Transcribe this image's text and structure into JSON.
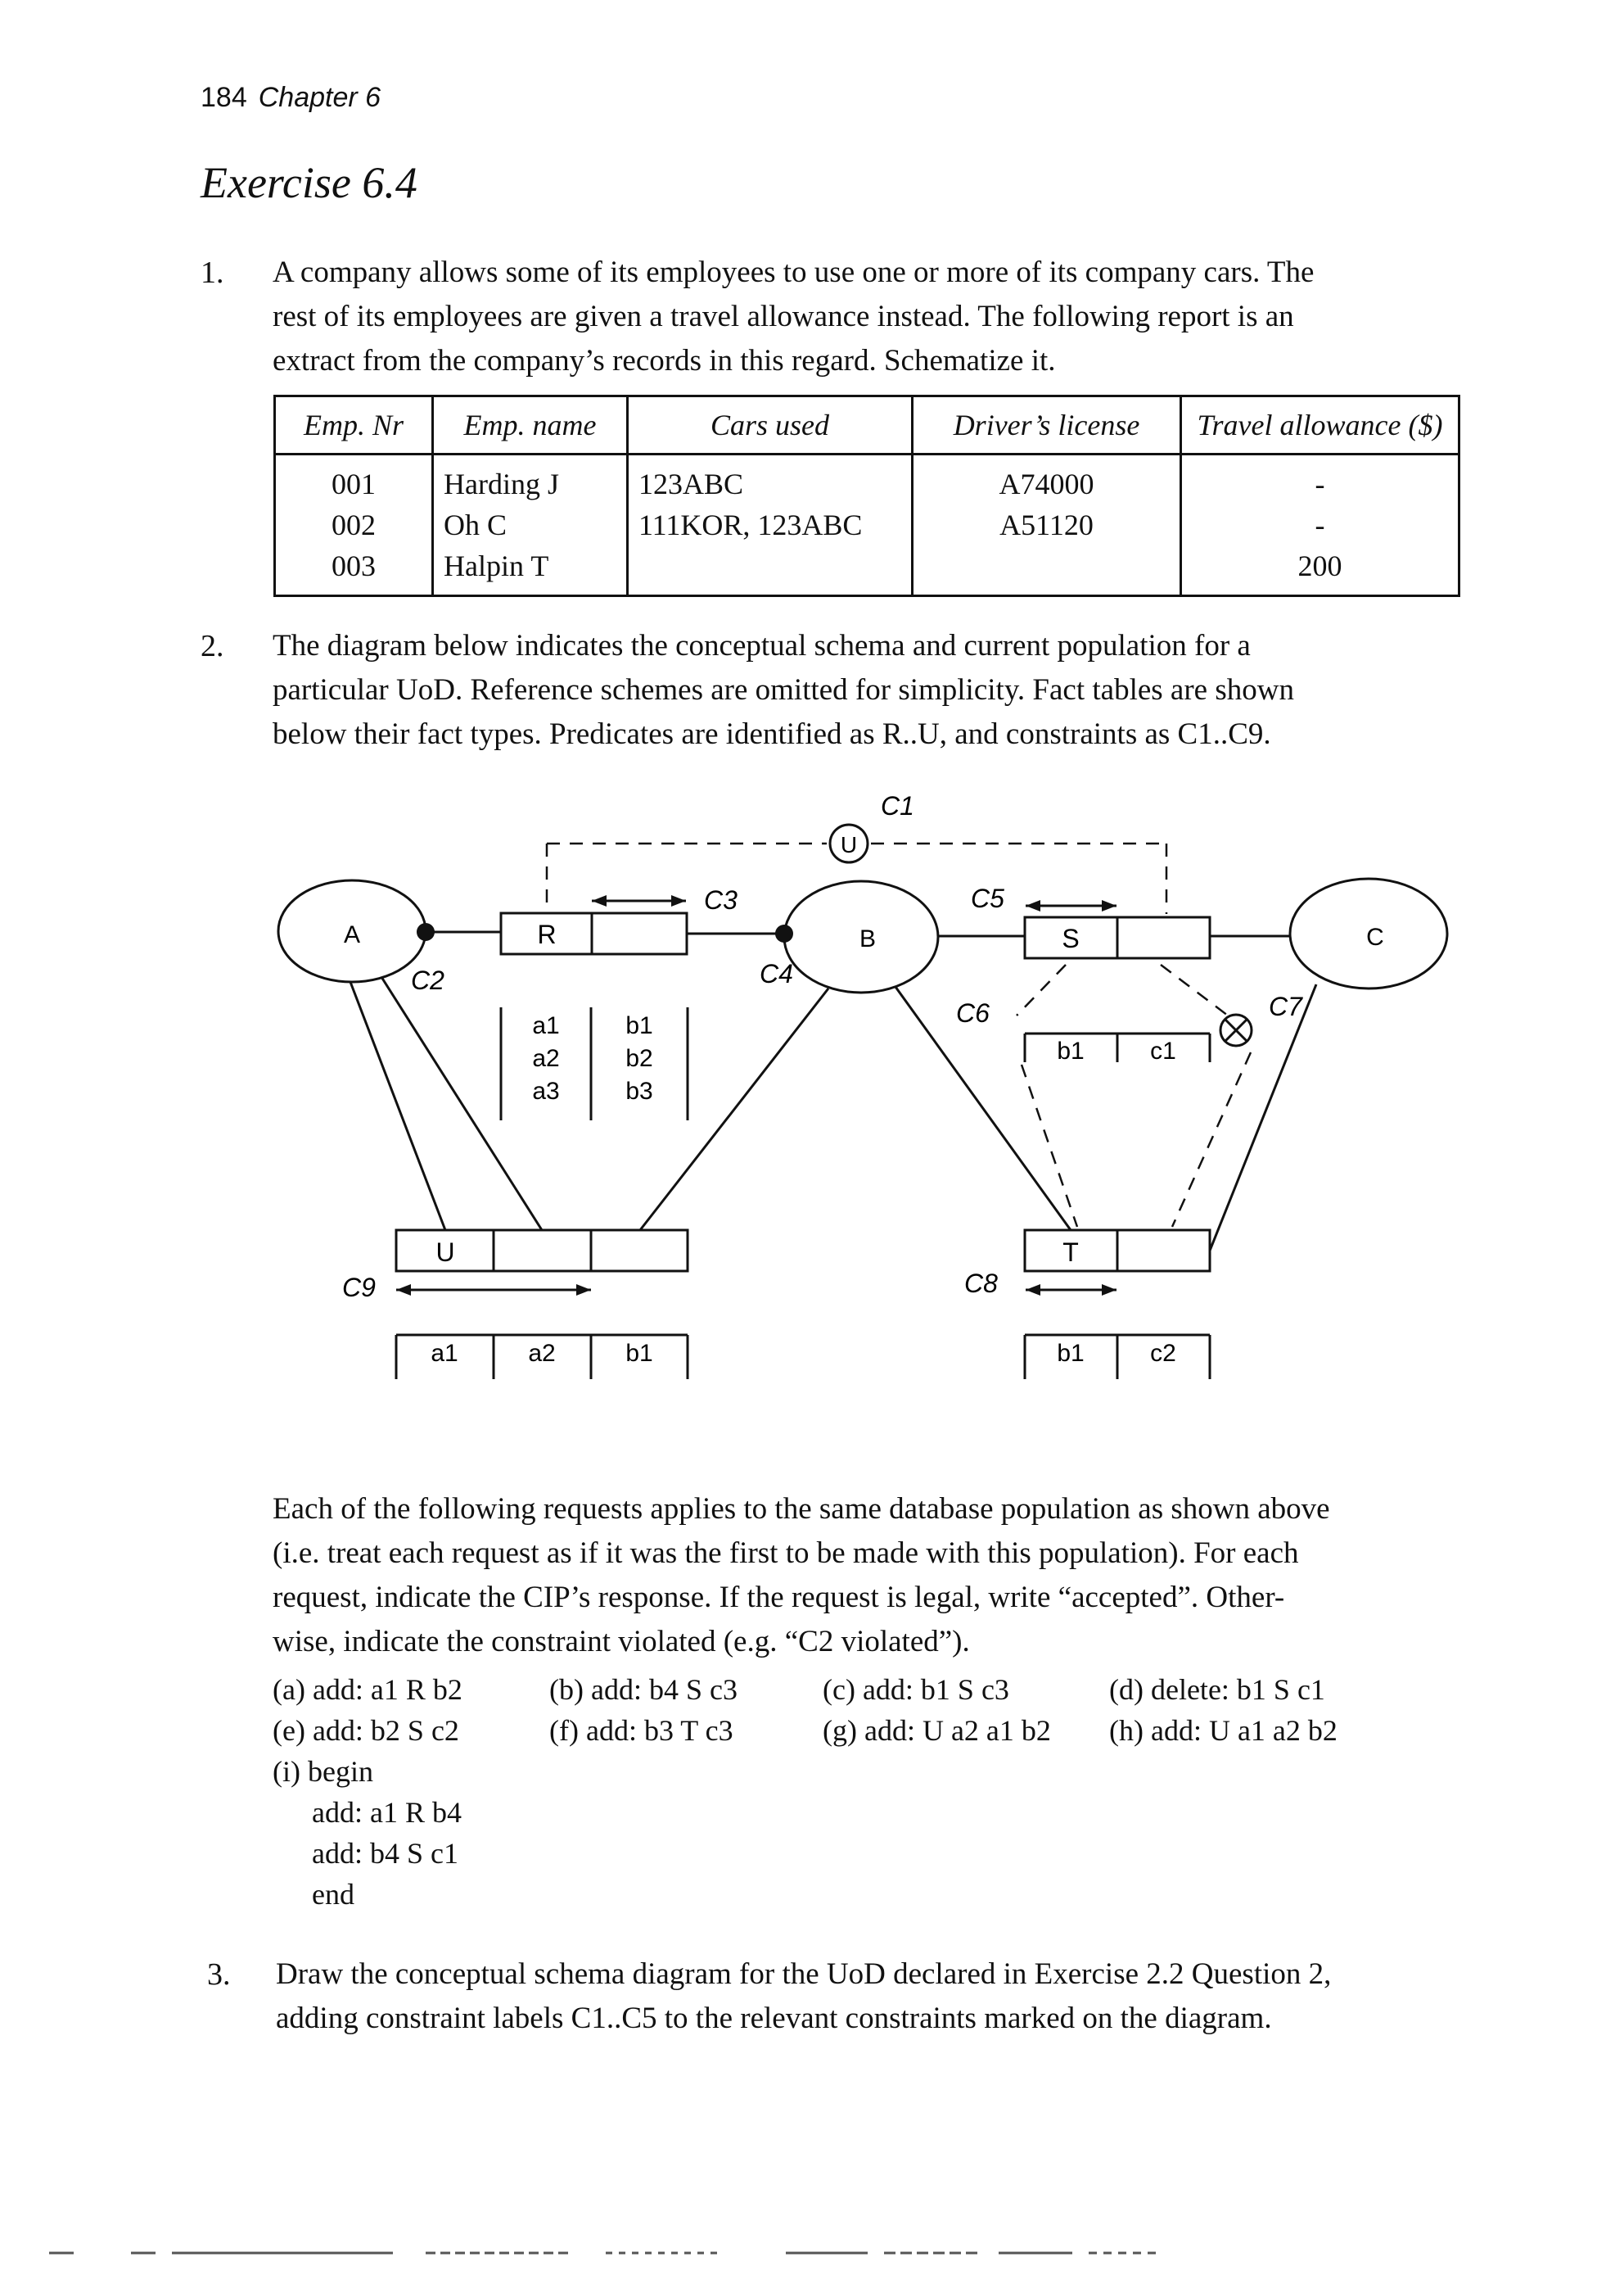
{
  "header": {
    "page_number": "184",
    "chapter": "Chapter 6"
  },
  "exercise_title": "Exercise 6.4",
  "q1": {
    "number": "1.",
    "lines": [
      "A company allows some of its employees to use one or more of its company cars. The",
      "rest of its employees are given a travel allowance instead. The following report is an",
      "extract from the company’s records in this regard. Schematize it."
    ],
    "table": {
      "headers": [
        "Emp. Nr",
        "Emp. name",
        "Cars used",
        "Driver’s license",
        "Travel allowance ($)"
      ],
      "columns": {
        "emp_nr": [
          "001",
          "002",
          "003"
        ],
        "emp_name": [
          "Harding J",
          "Oh C",
          "Halpin T"
        ],
        "cars_used": [
          "123ABC",
          "111KOR, 123ABC",
          ""
        ],
        "drivers_license": [
          "A74000",
          "A51120",
          ""
        ],
        "travel_allowance": [
          "-",
          "-",
          "200"
        ]
      }
    }
  },
  "q2": {
    "number": "2.",
    "lines": [
      "The diagram below indicates the conceptual schema and current population for a",
      "particular UoD. Reference schemes are omitted for simplicity. Fact tables are shown",
      "below their fact types. Predicates are identified as R..U, and constraints as C1..C9."
    ],
    "diagram": {
      "entities": [
        "A",
        "B",
        "C"
      ],
      "predicates": [
        "R",
        "S",
        "T",
        "U"
      ],
      "constraints": [
        "C1",
        "C2",
        "C3",
        "C4",
        "C5",
        "C6",
        "C7",
        "C8",
        "C9"
      ],
      "subset_symbol": "U",
      "fact_tables": {
        "R": [
          [
            "a1",
            "b1"
          ],
          [
            "a2",
            "b2"
          ],
          [
            "a3",
            "b3"
          ]
        ],
        "S": [
          [
            "b1",
            "c1"
          ]
        ],
        "U": [
          [
            "a1",
            "a2",
            "b1"
          ]
        ],
        "T": [
          [
            "b1",
            "c2"
          ]
        ]
      }
    },
    "after_lines": [
      "Each of the following requests applies to the same database population as shown above",
      "(i.e. treat each request as if it was the first to be made with this population). For each",
      "request, indicate the CIP’s response. If the request is legal, write “accepted”. Other-",
      "wise, indicate the constraint violated (e.g. “C2 violated”)."
    ],
    "requests": [
      [
        "(a) add: a1 R b2",
        "(b) add: b4 S c3",
        "(c) add: b1 S c3",
        "(d) delete: b1 S c1"
      ],
      [
        "(e) add: b2 S c2",
        "(f) add: b3 T c3",
        "(g) add: U a2 a1 b2",
        "(h) add: U a1 a2 b2"
      ]
    ],
    "request_i": [
      "(i) begin",
      "add: a1 R b4",
      "add: b4 S c1",
      "end"
    ]
  },
  "q3": {
    "number": "3.",
    "lines": [
      "Draw the conceptual schema diagram for the UoD declared in Exercise 2.2 Question 2,",
      "adding constraint labels C1..C5 to the relevant constraints marked on the diagram."
    ]
  }
}
